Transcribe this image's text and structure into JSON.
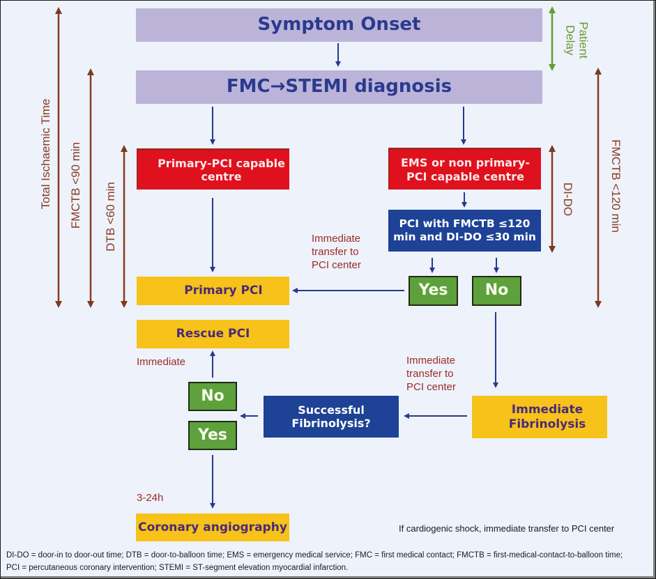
{
  "boxes": {
    "symptom_onset": "Symptom Onset",
    "fmc_stemi": "FMC→STEMI diagnosis",
    "primary_pci_centre": "Primary-PCI capable centre",
    "ems_centre": "EMS or non primary-PCI capable centre",
    "pci_criteria": "PCI with FMCTB ≤120 min and DI-DO ≤30 min",
    "yes_top": "Yes",
    "no_top": "No",
    "primary_pci": "Primary PCI",
    "rescue_pci": "Rescue PCI",
    "no_bottom": "No",
    "yes_bottom": "Yes",
    "successful_fibrinolysis": "Successful Fibrinolysis?",
    "immediate_fibrinolysis": "Immediate Fibrinolysis",
    "coronary_angiography": "Coronary angiography"
  },
  "notes": {
    "transfer_top": "Immediate transfer to PCI center",
    "transfer_bottom": "Immediate transfer to PCI center",
    "immediate": "Immediate",
    "time_3_24h": "3-24h",
    "cardiogenic_shock": "If cardiogenic shock, immediate transfer to PCI center"
  },
  "time_labels": {
    "total_ischaemic": "Total Ischaemic Time",
    "fmctb_90": "FMCTB <90 min",
    "dtb_60": "DTB <60 min",
    "patient_delay": "Patient Delay",
    "di_do": "DI-DO",
    "fmctb_120": "FMCTB <120 min"
  },
  "colors": {
    "arrow_blue": "#243a8c",
    "time_brown": "#8a3a22",
    "patient_delay_green": "#6a9a2e"
  },
  "footer": {
    "line1": "DI-DO = door-in to door-out time; DTB = door-to-balloon time; EMS = emergency medical service; FMC = first medical contact; FMCTB = first-medical-contact-to-balloon time;",
    "line2": "PCI = percutaneous coronary intervention; STEMI = ST-segment elevation myocardial infarction."
  }
}
